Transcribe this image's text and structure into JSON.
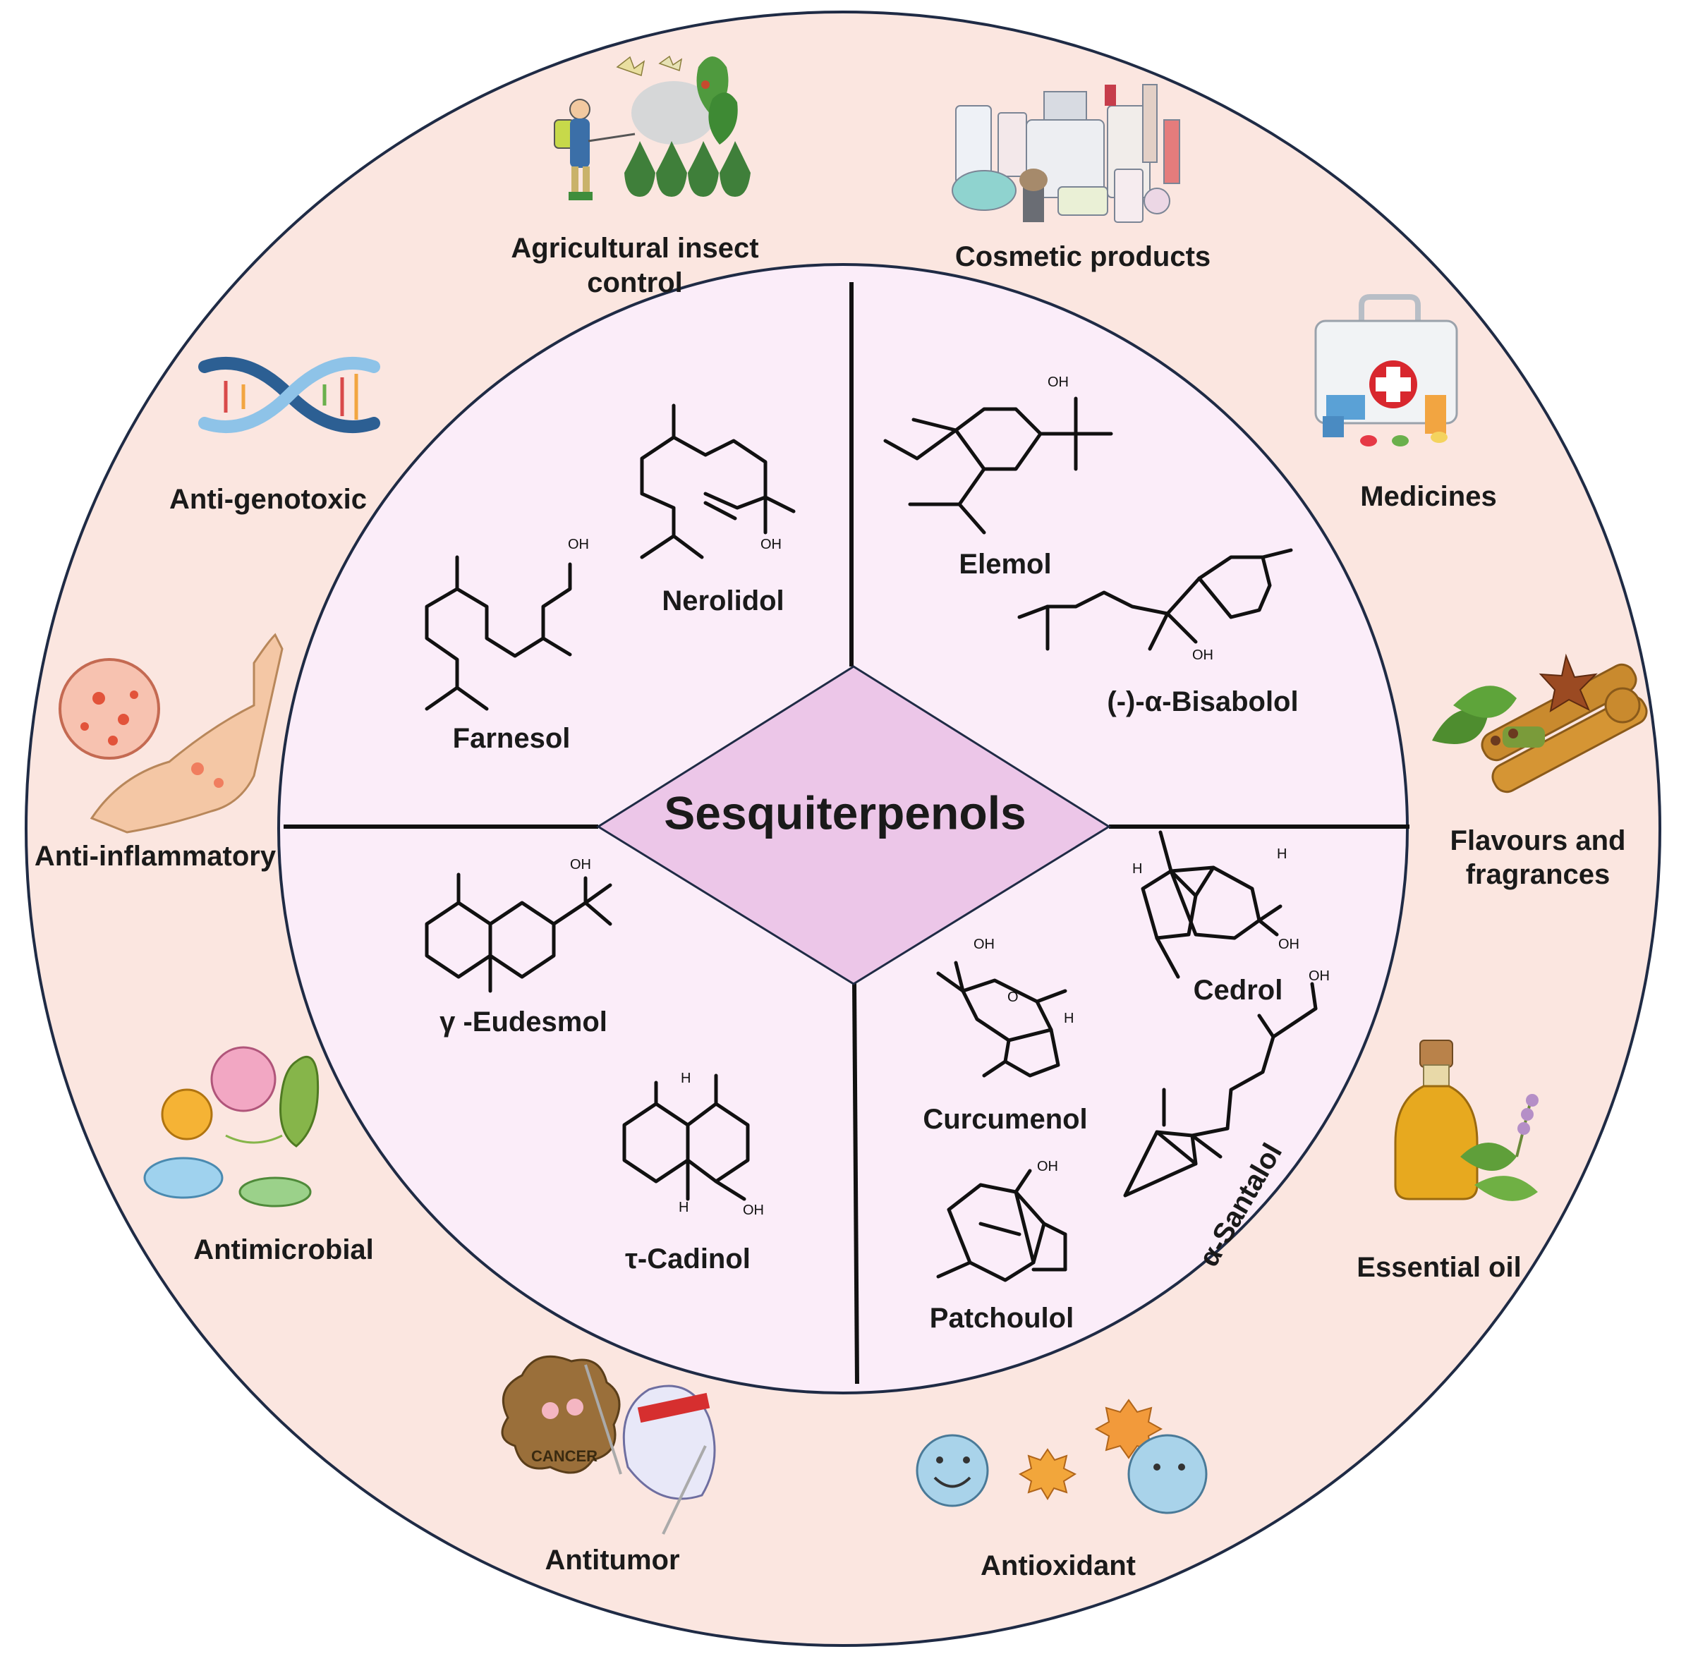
{
  "center_title": "Sesquiterpenols",
  "applications": {
    "agricultural_line1": "Agricultural insect",
    "agricultural_line2": "control",
    "cosmetic": "Cosmetic products",
    "medicines": "Medicines",
    "flavours_line1": "Flavours and",
    "flavours_line2": "fragrances",
    "essential_oil": "Essential oil",
    "antioxidant": "Antioxidant",
    "antitumor": "Antitumor",
    "antimicrobial": "Antimicrobial",
    "anti_inflammatory": "Anti-inflammatory",
    "anti_genotoxic": "Anti-genotoxic"
  },
  "compounds": {
    "nerolidol": "Nerolidol",
    "farnesol": "Farnesol",
    "elemol": "Elemol",
    "bisabolol": "(-)-α-Bisabolol",
    "eudesmol": "γ -Eudesmol",
    "cadinol": "τ-Cadinol",
    "cedrol": "Cedrol",
    "curcumenol": "Curcumenol",
    "santalol": "α-Santalol",
    "patchoulol": "Patchoulol"
  },
  "atoms": {
    "oh": "OH",
    "h": "H",
    "o": "O",
    "cancer": "CANCER"
  },
  "colors": {
    "outer_ring": "#fbe6e0",
    "inner_disc": "#fbedf9",
    "center_diamond": "#ecc6e8",
    "outline": "#1f2b45",
    "divider": "#111111"
  }
}
